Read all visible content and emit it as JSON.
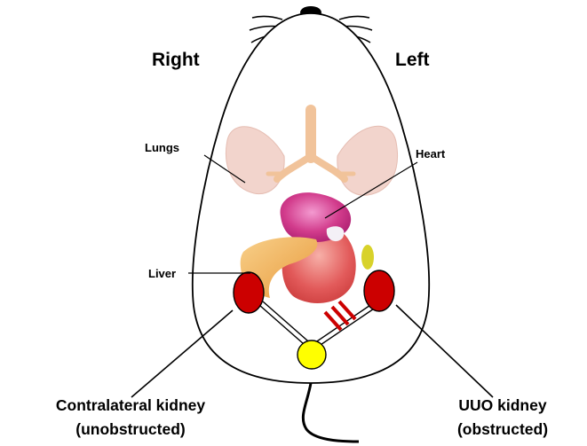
{
  "labels": {
    "right": "Right",
    "left": "Left",
    "lungs": "Lungs",
    "heart": "Heart",
    "liver": "Liver",
    "contralateral_line1": "Contralateral kidney",
    "contralateral_line2": "(unobstructed)",
    "uuo_line1": "UUO kidney",
    "uuo_line2": "(obstructed)"
  },
  "colors": {
    "body_outline": "#000000",
    "lungs": "#f2d4cc",
    "trachea": "#f1c39a",
    "heart": "#d23c8c",
    "liver": "#f2b45a",
    "stomach": "#e25a5a",
    "kidney": "#cc0000",
    "bladder": "#ffff00",
    "ligature": "#cc0000"
  }
}
